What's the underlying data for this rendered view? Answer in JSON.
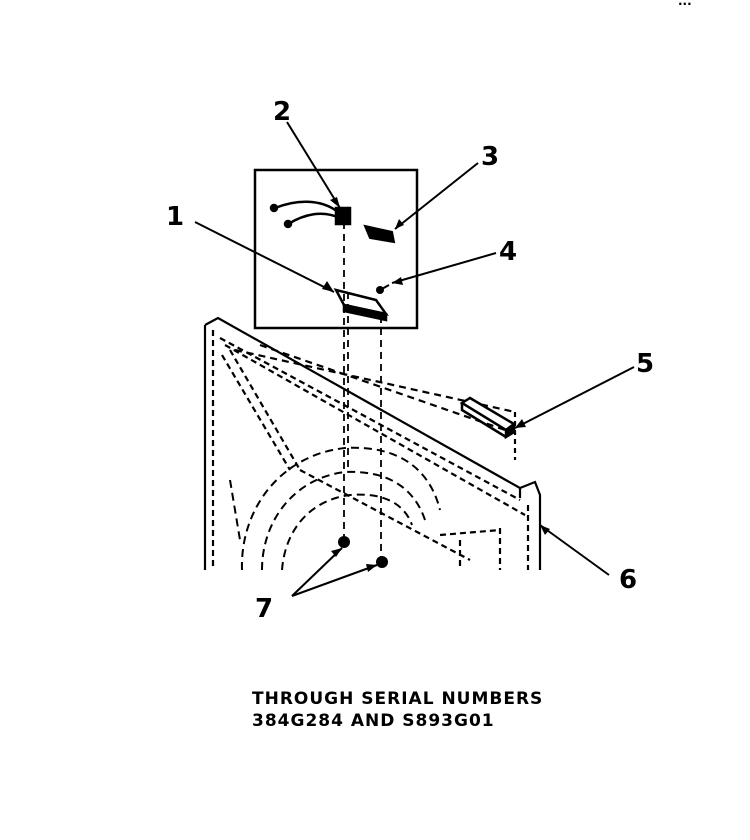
{
  "corner_mark": "...",
  "callouts": {
    "c1": "1",
    "c2": "2",
    "c3": "3",
    "c4": "4",
    "c5": "5",
    "c6": "6",
    "c7": "7"
  },
  "caption": {
    "line1": "THROUGH SERIAL NUMBERS",
    "line2": "384G284 AND S893G01"
  }
}
